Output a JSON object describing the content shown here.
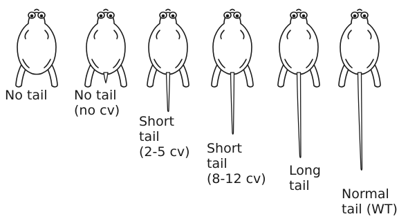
{
  "phenotypes": [
    {
      "lines": [
        "No tail"
      ],
      "tail": "none"
    },
    {
      "lines": [
        "No tail",
        "(no cv)"
      ],
      "tail": "stub"
    },
    {
      "lines": [
        "Short",
        "tail",
        "(2-5 cv)"
      ],
      "tail": "short"
    },
    {
      "lines": [
        "Short",
        "tail",
        "(8-12 cv)"
      ],
      "tail": "medium"
    },
    {
      "lines": [
        "Long",
        "tail"
      ],
      "tail": "long"
    },
    {
      "lines": [
        "Normal",
        "tail (WT)"
      ],
      "tail": "normal"
    }
  ],
  "colors": {
    "outline": "#1a1a1a",
    "fill": "#ffffff"
  }
}
